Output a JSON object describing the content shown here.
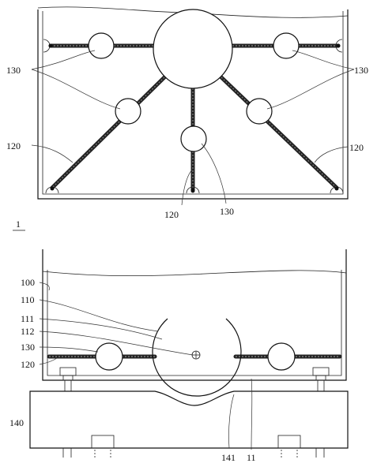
{
  "labels": {
    "top_130_left": "130",
    "top_130_right": "130",
    "top_120_left": "120",
    "top_120_right": "120",
    "top_120_bottom": "120",
    "top_130_bottom": "130",
    "figure_ref": "1",
    "bot_100": "100",
    "bot_110": "110",
    "bot_111": "111",
    "bot_112": "112",
    "bot_130": "130",
    "bot_120": "120",
    "bot_140": "140",
    "bot_141": "141",
    "bot_11": "11"
  }
}
